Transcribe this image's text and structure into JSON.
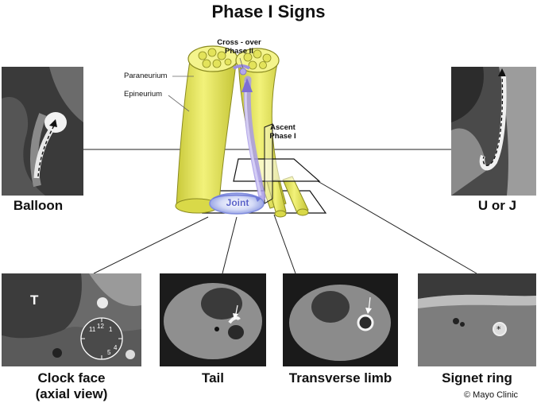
{
  "title": "Phase I Signs",
  "diagram": {
    "cross_over": "Cross - over",
    "phase_ii": "Phase II",
    "paraneurium": "Paraneurium",
    "epineurium": "Epineurium",
    "ascent": "Ascent",
    "phase_i": "Phase I",
    "joint": "Joint"
  },
  "panels": {
    "balloon": "Balloon",
    "u_or_j": "U or J",
    "clock_line1": "Clock face",
    "clock_line2": "(axial view)",
    "tail": "Tail",
    "transverse": "Transverse limb",
    "signet": "Signet ring"
  },
  "clock_face": {
    "t_label": "T",
    "numbers": [
      "12",
      "11",
      "1",
      "4",
      "5"
    ]
  },
  "credit": "© Mayo Clinic",
  "colors": {
    "nerve_yellow": "#e6e65a",
    "nerve_outline": "#8a8a20",
    "cyst_purple": "#9d8fe0",
    "joint_blue": "#bfc8f2"
  }
}
